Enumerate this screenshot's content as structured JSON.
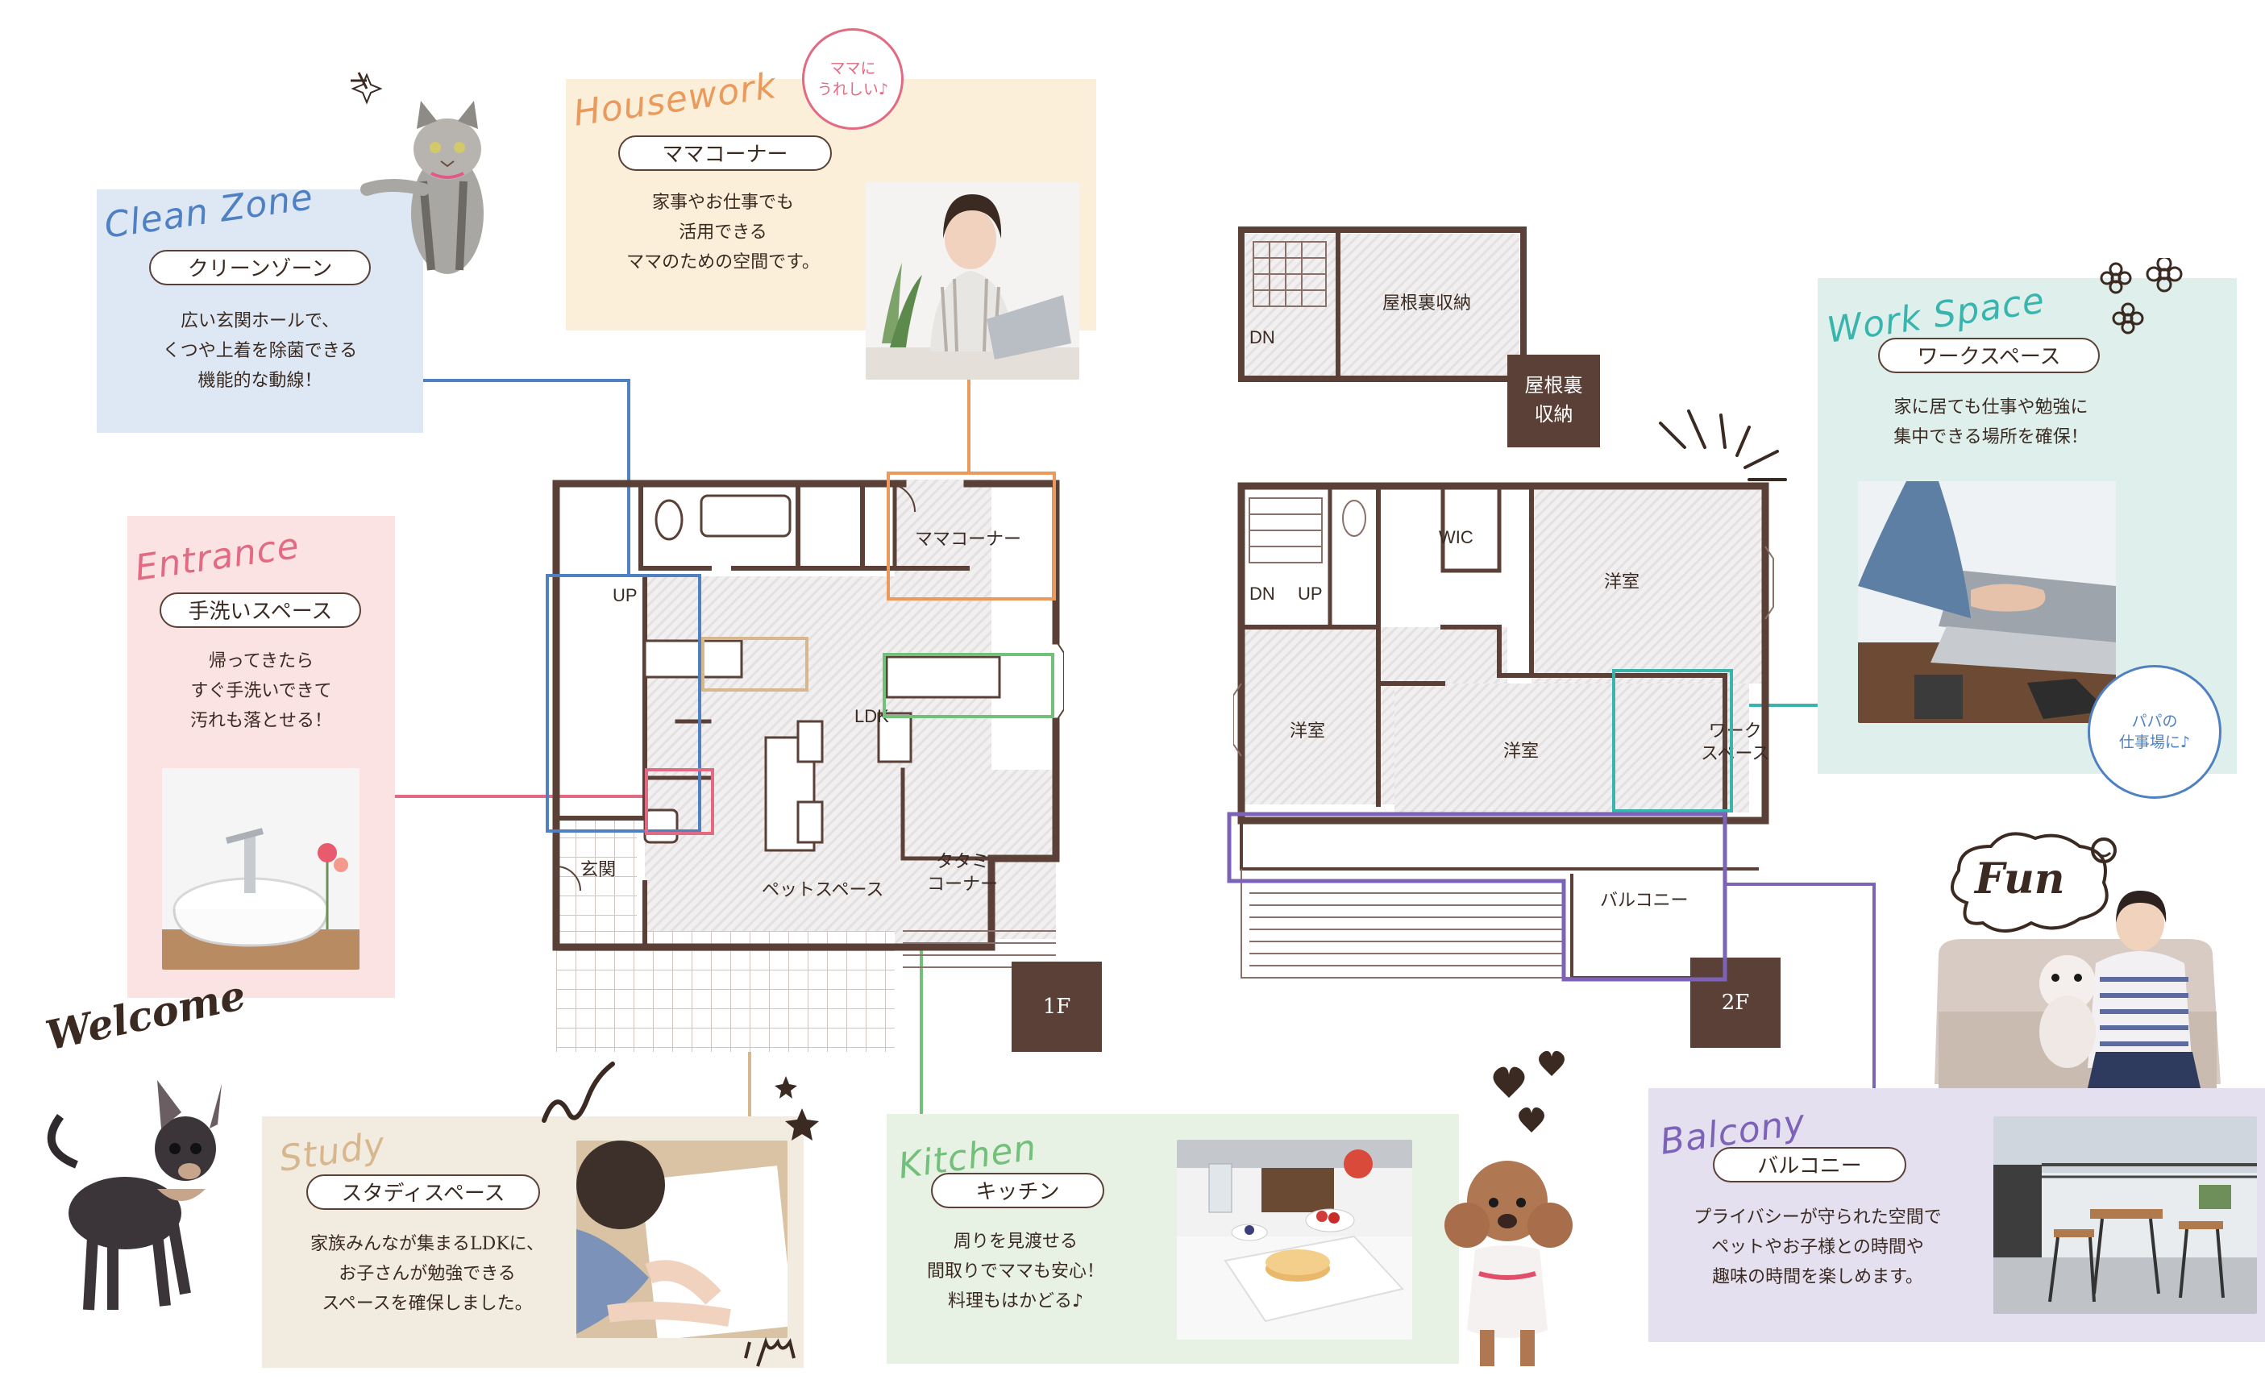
{
  "cards": {
    "clean": {
      "heading": "Clean Zone",
      "title": "クリーンゾーン",
      "lines": [
        "広い玄関ホールで、",
        "くつや上着を除菌できる",
        "機能的な動線！"
      ]
    },
    "housework": {
      "heading": "Housework",
      "title": "ママコーナー",
      "lines": [
        "家事やお仕事でも",
        "活用できる",
        "ママのための空間です。"
      ],
      "bubble": [
        "ママに",
        "うれしい♪"
      ]
    },
    "entrance": {
      "heading": "Entrance",
      "title": "手洗いスペース",
      "lines": [
        "帰ってきたら",
        "すぐ手洗いできて",
        "汚れも落とせる！"
      ]
    },
    "study": {
      "heading": "Study",
      "title": "スタディスペース",
      "lines": [
        "家族みんなが集まるLDKに、",
        "お子さんが勉強できる",
        "スペースを確保しました。"
      ]
    },
    "kitchen": {
      "heading": "Kitchen",
      "title": "キッチン",
      "lines": [
        "周りを見渡せる",
        "間取りでママも安心！",
        "料理もはかどる♪"
      ]
    },
    "work": {
      "heading": "Work Space",
      "title": "ワークスペース",
      "lines": [
        "家に居ても仕事や勉強に",
        "集中できる場所を確保！"
      ],
      "bubble": [
        "パパの",
        "仕事場に♪"
      ]
    },
    "balcony": {
      "heading": "Balcony",
      "title": "バルコニー",
      "lines": [
        "プライバシーが守られた空間で",
        "ペットやお子様との時間や",
        "趣味の時間を楽しめます。"
      ]
    }
  },
  "deco": {
    "welcome": "Welcome",
    "fun": "Fun"
  },
  "floor1": {
    "badge": "1F",
    "rooms": {
      "up": "UP",
      "mama": "ママコーナー",
      "ldk": "LDK",
      "genkan": "玄関",
      "pet": "ペットスペース",
      "tatami1": "タタミ",
      "tatami2": "コーナー"
    }
  },
  "floor2": {
    "badge": "2F",
    "rooms": {
      "dn": "DN",
      "up": "UP",
      "wic": "WIC",
      "yoshitsu1": "洋室",
      "yoshitsu2": "洋室",
      "yoshitsu3": "洋室",
      "work1": "ワーク",
      "work2": "スペース",
      "balcony": "バルコニー"
    }
  },
  "attic": {
    "label": "屋根裏収納",
    "dn": "DN",
    "badge1": "屋根裏",
    "badge2": "収納"
  },
  "colors": {
    "clean": "#dde8f4",
    "cleanLine": "#4f80c2",
    "housework": "#fcefd9",
    "houseworkLine": "#e99a5c",
    "entrance": "#fbe3e3",
    "entranceLine": "#e26a83",
    "study": "#f2ebe0",
    "studyLine": "#d7b78e",
    "kitchen": "#e7f2e4",
    "kitchenLine": "#72c07a",
    "work": "#dff0ec",
    "workLine": "#3ab5ae",
    "balcony": "#e4e0ef",
    "balconyLine": "#7d63b8",
    "wall": "#5a4036"
  }
}
